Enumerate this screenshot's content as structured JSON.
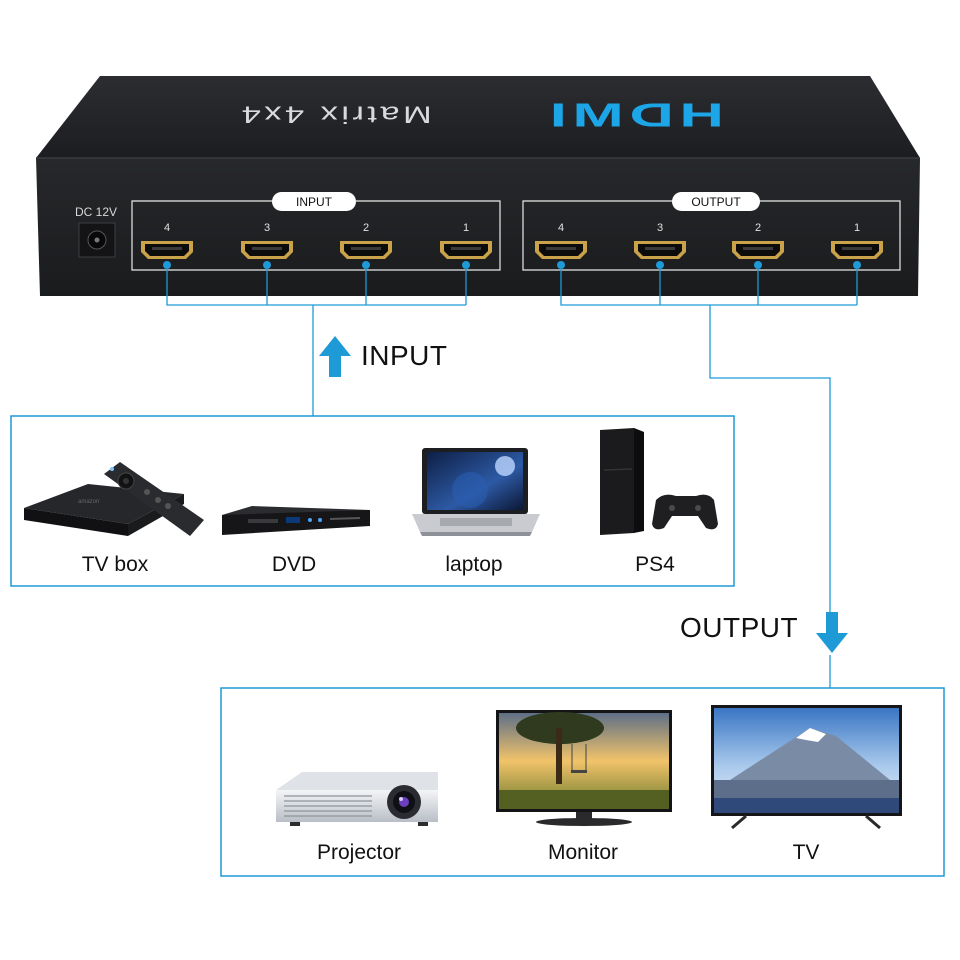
{
  "device": {
    "logo": "HDMI",
    "model_text": "Matrix 4x4",
    "power_label": "DC 12V",
    "input_group_label": "INPUT",
    "output_group_label": "OUTPUT",
    "input_ports": [
      "4",
      "3",
      "2",
      "1"
    ],
    "output_ports": [
      "4",
      "3",
      "2",
      "1"
    ]
  },
  "flow": {
    "input_heading": "INPUT",
    "output_heading": "OUTPUT"
  },
  "sources": [
    {
      "label": "TV box",
      "icon": "tv-box-icon"
    },
    {
      "label": "DVD",
      "icon": "dvd-player-icon"
    },
    {
      "label": "laptop",
      "icon": "laptop-icon"
    },
    {
      "label": "PS4",
      "icon": "ps4-console-icon"
    }
  ],
  "displays": [
    {
      "label": "Projector",
      "icon": "projector-icon"
    },
    {
      "label": "Monitor",
      "icon": "monitor-icon"
    },
    {
      "label": "TV",
      "icon": "tv-icon"
    }
  ],
  "colors": {
    "accent": "#1e9ad6",
    "device_body": "#232427",
    "hdmi_logo": "#1ca6e8"
  }
}
